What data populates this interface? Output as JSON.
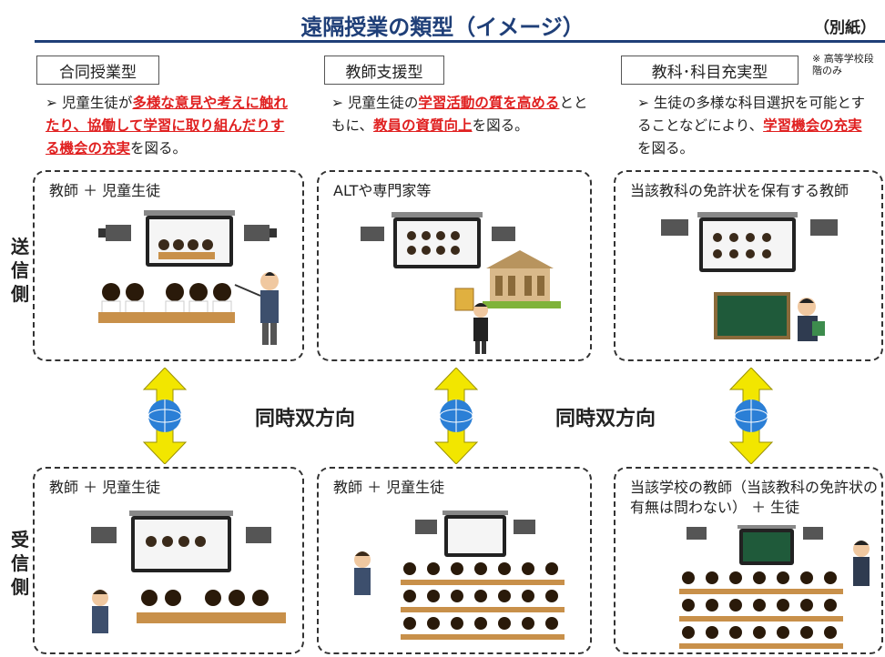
{
  "header": {
    "title": "遠隔授業の類型（イメージ）",
    "attachment": "（別紙）"
  },
  "types": [
    {
      "label": "合同授業型",
      "desc": [
        {
          "t": "➢ 児童生徒が",
          "hl": false
        },
        {
          "t": "多様な意見や考えに触れたり、協働して学習に取り組んだりする機会の充実",
          "hl": true
        },
        {
          "t": "を図る。",
          "hl": false
        }
      ]
    },
    {
      "label": "教師支援型",
      "desc": [
        {
          "t": "➢ 児童生徒の",
          "hl": false
        },
        {
          "t": "学習活動の質を高める",
          "hl": true
        },
        {
          "t": "とともに、",
          "hl": false
        },
        {
          "t": "教員の資質向上",
          "hl": true
        },
        {
          "t": "を図る。",
          "hl": false
        }
      ]
    },
    {
      "label": "教科･科目充実型",
      "note": "※ 高等学校段階のみ",
      "desc": [
        {
          "t": "➢ 生徒の多様な科目選択を可能とすることなどにより、",
          "hl": false
        },
        {
          "t": "学習機会の充実",
          "hl": true
        },
        {
          "t": "を図る。",
          "hl": false
        }
      ]
    }
  ],
  "side_labels": {
    "sender": "送信側",
    "receiver": "受信側"
  },
  "sender_panels": [
    {
      "label": "教師 ＋ 児童生徒"
    },
    {
      "label": "ALTや専門家等"
    },
    {
      "label": "当該教科の免許状を保有する教師"
    }
  ],
  "receiver_panels": [
    {
      "label": "教師 ＋ 児童生徒"
    },
    {
      "label": "教師 ＋ 児童生徒"
    },
    {
      "label": "当該学校の教師（当該教科の免許状の有無は問わない） ＋ 生徒"
    }
  ],
  "connection": {
    "label_1": "同時双方向",
    "label_2": "同時双方向"
  },
  "colors": {
    "title": "#1f3f78",
    "highlight": "#e02020",
    "arrow": "#f2e600",
    "globe": "#2b7fd6"
  },
  "icons": [
    "projector-icon",
    "screen-icon",
    "student-icon",
    "teacher-icon",
    "building-icon",
    "blackboard-icon",
    "globe-icon",
    "double-arrow-icon"
  ]
}
